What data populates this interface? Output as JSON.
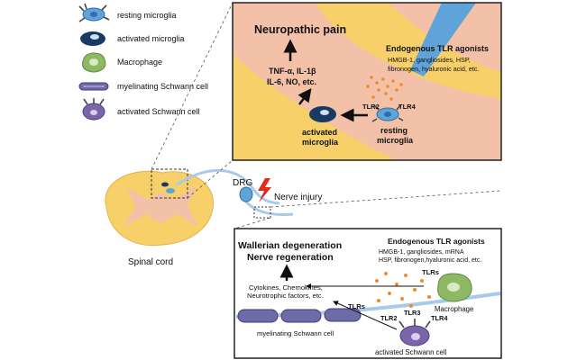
{
  "legend": {
    "items": [
      {
        "label": "resting microglia",
        "icon": "resting-microglia-icon",
        "color": "#5fa3d8"
      },
      {
        "label": "activated microglia",
        "icon": "activated-microglia-icon",
        "color": "#1b3a63"
      },
      {
        "label": "Macrophage",
        "icon": "macrophage-icon",
        "color": "#8fb864"
      },
      {
        "label": "myelinating Schwann cell",
        "icon": "myelinating-schwann-icon",
        "color": "#6f6aa8"
      },
      {
        "label": "activated Schwann cell",
        "icon": "activated-schwann-icon",
        "color": "#7b64a8"
      }
    ]
  },
  "spinal": {
    "cord_label": "Spinal cord",
    "drg_label": "DRG",
    "injury_label": "Nerve injury"
  },
  "top_panel": {
    "title": "Neuropathic pain",
    "cytokines": [
      "TNF-α, IL-1β",
      "IL-6, NO, etc."
    ],
    "agonists_title": "Endogenous TLR agonists",
    "agonists": [
      "HMGB-1, gangliosides, HSP,",
      "fibronogen, hyaluronic acid, etc."
    ],
    "tlr2": "TLR2",
    "tlr4": "TLR4",
    "activated": [
      "activated",
      "microglia"
    ],
    "resting": [
      "resting",
      "microglia"
    ]
  },
  "bottom_panel": {
    "title": [
      "Wallerian degeneration",
      "Nerve regeneration"
    ],
    "factors": [
      "Cytokines, Chemokines,",
      "Neurotrophic factors, etc."
    ],
    "agonists_title": "Endogenous TLR agonists",
    "agonists": [
      "HMGB-1, gangliosides, mRNA",
      "HSP, fibronogen,hyaluronic acid, etc."
    ],
    "tlrs_a": "TLRs",
    "tlrs_b": "TLRs",
    "macrophage": "Macrophage",
    "tlr2": "TLR2",
    "tlr3": "TLR3",
    "tlr4": "TLR4",
    "myelinating": "myelinating Schwann cell",
    "activated": "activated Schwann cell"
  },
  "colors": {
    "cord": "#f8d06a",
    "grey_matter": "#f3c0a8",
    "nerve": "#a9c9ea",
    "resting": "#5fa3d8",
    "activated": "#1b3a63",
    "macrophage": "#8fb864",
    "schwann": "#7b64a8",
    "agonist_dots": "#f28a2e",
    "injury": "#e02b1f"
  }
}
